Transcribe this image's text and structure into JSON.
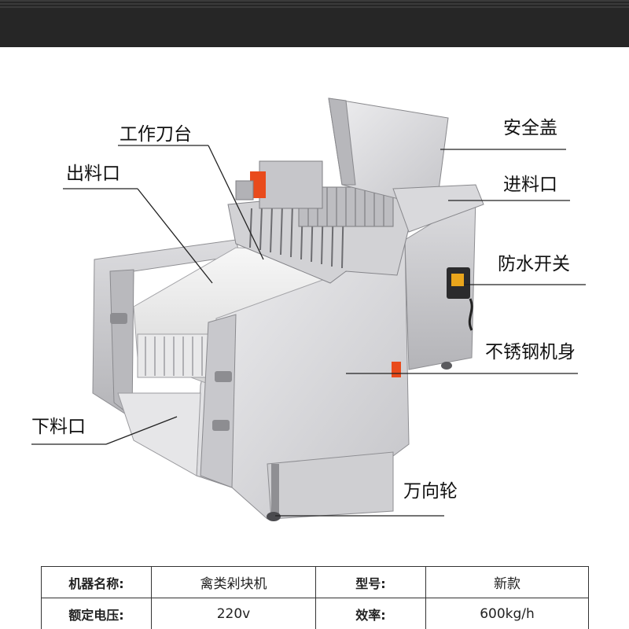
{
  "labels": {
    "cutting_table": "工作刀台",
    "outlet": "出料口",
    "safety_cover": "安全盖",
    "inlet": "进料口",
    "waterproof_switch": "防水开关",
    "stainless_body": "不锈钢机身",
    "lower_outlet": "下料口",
    "caster_wheel": "万向轮"
  },
  "specs": {
    "rows": [
      {
        "key1": "机器名称:",
        "val1": "禽类剁块机",
        "key2": "型号:",
        "val2": "新款"
      },
      {
        "key1": "额定电压:",
        "val1": "220v",
        "key2": "效率:",
        "val2": "600kg/h"
      }
    ]
  },
  "colors": {
    "top_band": "#262626",
    "steel_light": "#e2e2e4",
    "steel_mid": "#c9c9cc",
    "steel_dark": "#9a9a9e",
    "warning": "#e94b1c"
  }
}
